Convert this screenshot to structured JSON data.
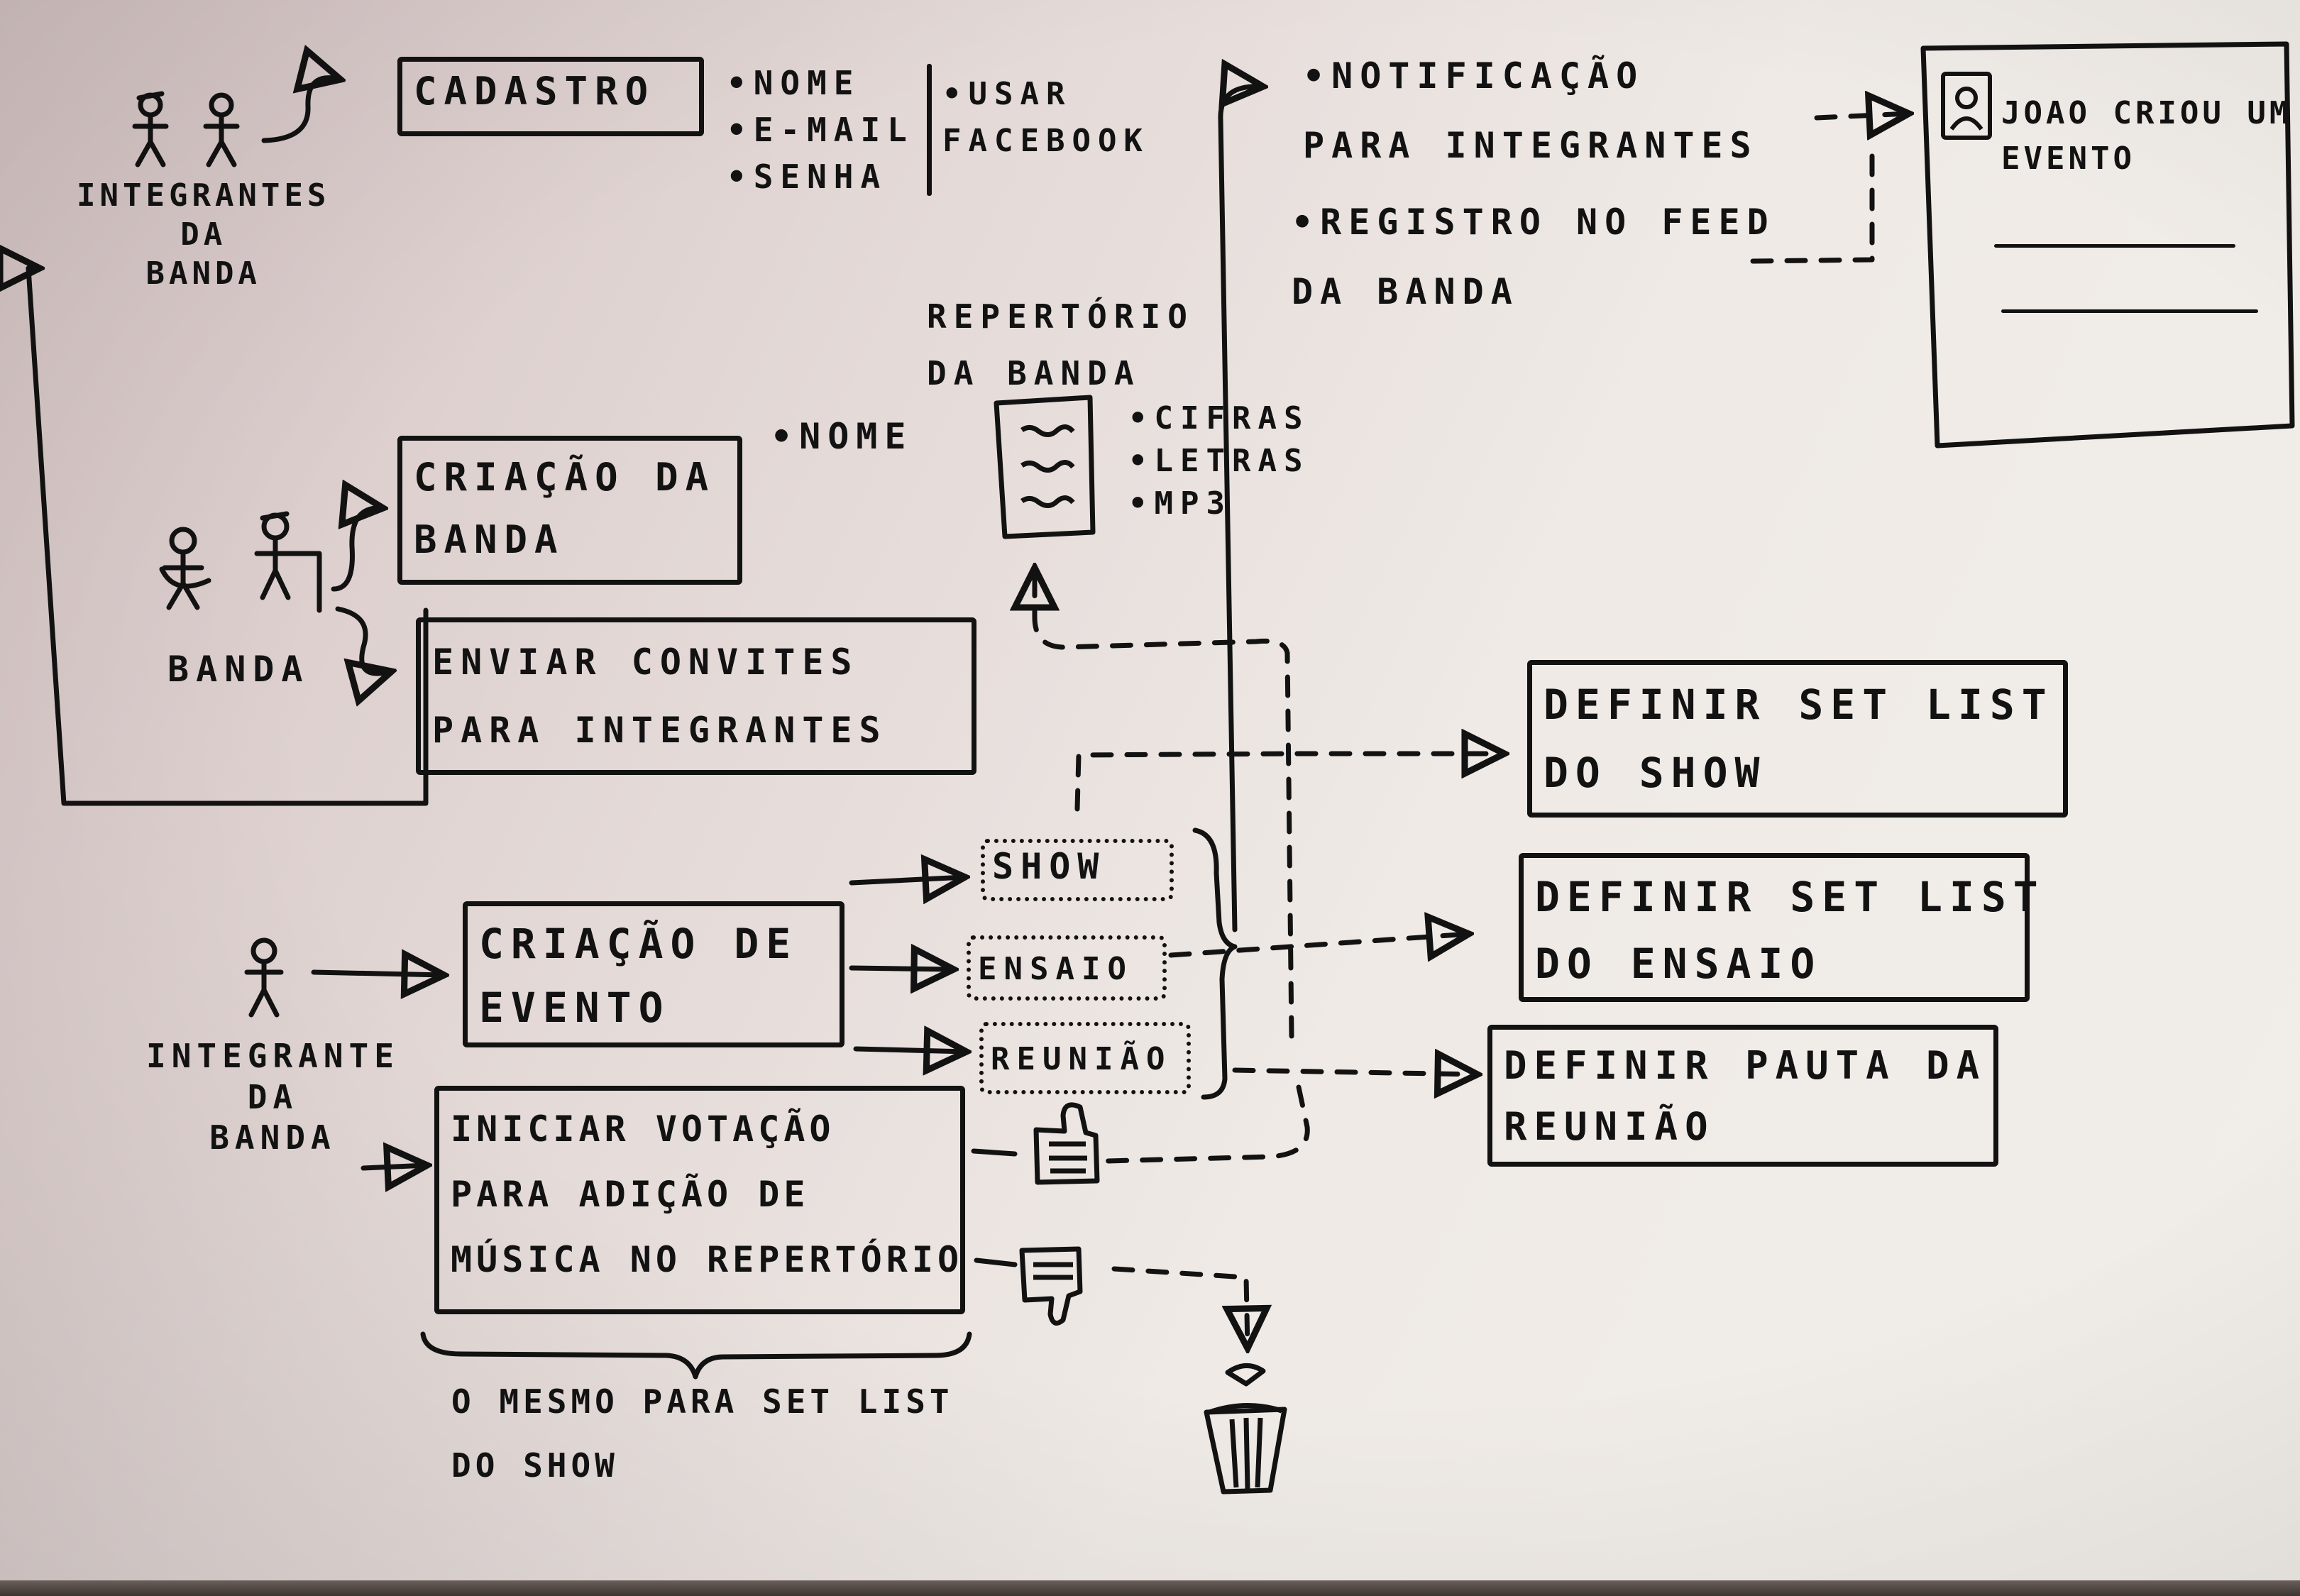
{
  "actors": {
    "members_label": [
      "INTEGRANTES",
      "DA",
      "BANDA"
    ],
    "band_label": "BANDA",
    "member_label": [
      "INTEGRANTE",
      "DA",
      "BANDA"
    ]
  },
  "signup": {
    "label": "CADASTRO",
    "fields": [
      "•NOME",
      "•E-MAIL",
      "•SENHA"
    ],
    "alt": [
      "•USAR",
      "FACEBOOK"
    ]
  },
  "band_creation": {
    "label": [
      "CRIAÇÃO DA",
      "BANDA"
    ],
    "field": "•NOME"
  },
  "invites": {
    "label": [
      "ENVIAR CONVITES",
      "PARA INTEGRANTES"
    ]
  },
  "repertoire": {
    "label": [
      "REPERTÓRIO",
      "DA BANDA"
    ],
    "items": [
      "•CIFRAS",
      "•LETRAS",
      "•MP3"
    ]
  },
  "notifications": {
    "items": [
      [
        "•NOTIFICAÇÃO",
        "PARA INTEGRANTES"
      ],
      [
        "•REGISTRO NO FEED",
        "DA BANDA"
      ]
    ],
    "feed_card_text": [
      "JOAO CRIOU UM",
      "EVENTO"
    ]
  },
  "event_creation": {
    "label": [
      "CRIAÇÃO DE",
      "EVENTO"
    ],
    "types": [
      "SHOW",
      "ENSAIO",
      "REUNIÃO"
    ]
  },
  "outcomes": {
    "show": [
      "DEFINIR SET LIST",
      "DO SHOW"
    ],
    "rehearsal": [
      "DEFINIR SET LIST",
      "DO ENSAIO"
    ],
    "meeting": [
      "DEFINIR PAUTA DA",
      "REUNIÃO"
    ]
  },
  "voting": {
    "label": [
      "INICIAR VOTAÇÃO",
      "PARA ADIÇÃO DE",
      "MÚSICA NO REPERTÓRIO"
    ],
    "note": [
      "O MESMO PARA SET LIST",
      "DO SHOW"
    ]
  },
  "icons": [
    "stick-figure-icon",
    "thumbs-up-icon",
    "thumbs-down-icon",
    "trash-can-icon",
    "document-icon",
    "avatar-icon"
  ],
  "colors": {
    "ink": "#121212",
    "board": "#efeae6"
  }
}
